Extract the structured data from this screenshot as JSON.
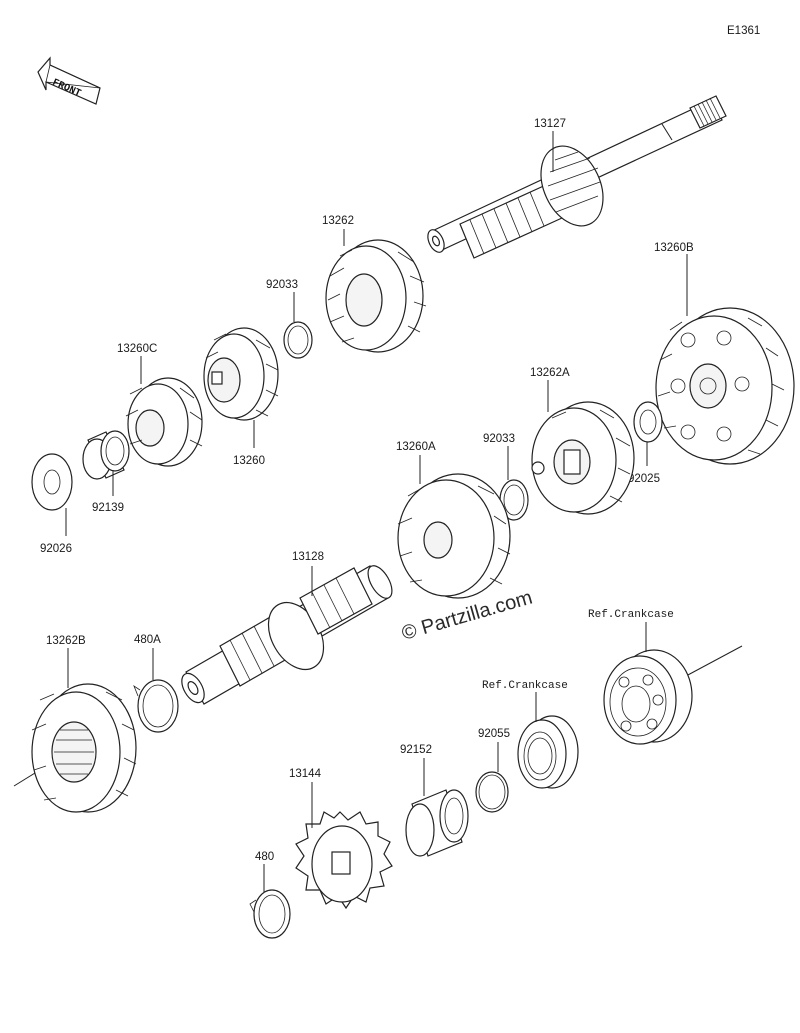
{
  "diagram_code": "E1361",
  "front_label": "FRONT",
  "watermark": "© Partzilla.com",
  "parts": {
    "p13127": "13127",
    "p13262": "13262",
    "p92033_a": "92033",
    "p13260c": "13260C",
    "p13260": "13260",
    "p92139": "92139",
    "p92026": "92026",
    "p13260b": "13260B",
    "p13262a": "13262A",
    "p92033_b": "92033",
    "p92025": "92025",
    "p13260a": "13260A",
    "p13128": "13128",
    "p13262b": "13262B",
    "p480a": "480A",
    "p13144": "13144",
    "p480": "480",
    "p92152": "92152",
    "p92055": "92055"
  },
  "refs": {
    "crankcase_upper": "Ref.Crankcase",
    "crankcase_lower": "Ref.Crankcase"
  }
}
